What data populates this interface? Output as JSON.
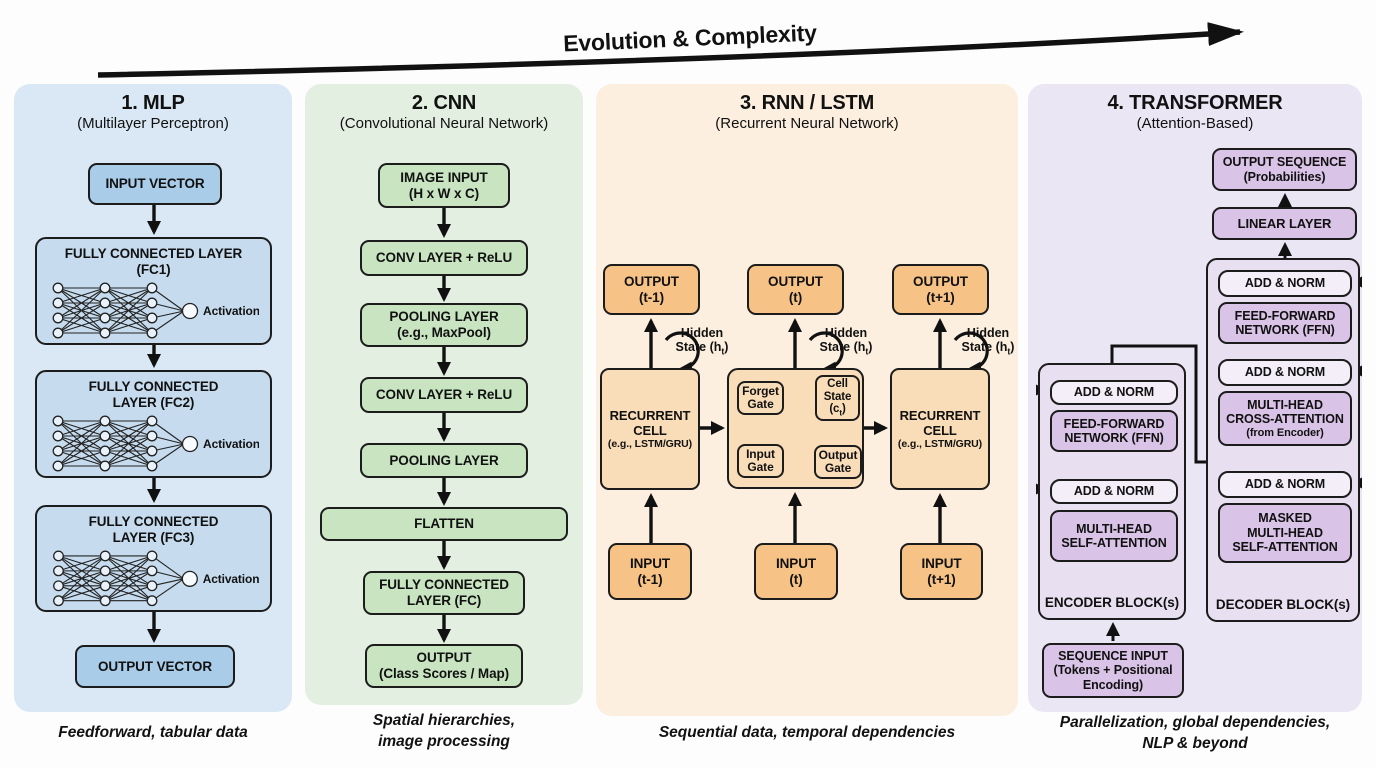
{
  "header": {
    "title": "Evolution & Complexity"
  },
  "colors": {
    "mlp_panel": "#d9e8f4",
    "mlp_box": "#c6dcee",
    "mlp_io": "#a9cde8",
    "cnn_panel": "#e3efe0",
    "cnn_box": "#c8e4c1",
    "rnn_panel": "#fcefdf",
    "rnn_io": "#f6c286",
    "rnn_cell": "#f9dcb8",
    "tr_panel": "#ebe6f3",
    "tr_box": "#d9c3e6",
    "tr_addnorm": "#f4eef8",
    "tr_block": "#e8dff0",
    "line": "#111111"
  },
  "panels": {
    "mlp": {
      "title": "1. MLP",
      "subtitle": "(Multilayer Perceptron)",
      "input": "INPUT VECTOR",
      "fc1": {
        "line1": "FULLY CONNECTED LAYER",
        "line2": "(FC1)"
      },
      "fc2": {
        "line1": "FULLY CONNECTED",
        "line2": "LAYER (FC2)"
      },
      "fc3": {
        "line1": "FULLY CONNECTED",
        "line2": "LAYER (FC3)"
      },
      "activation": "Activation",
      "output": "OUTPUT VECTOR",
      "caption": "Feedforward, tabular data"
    },
    "cnn": {
      "title": "2. CNN",
      "subtitle": "(Convolutional Neural Network)",
      "image_input": {
        "line1": "IMAGE INPUT",
        "line2": "(H x W x C)"
      },
      "conv1": "CONV LAYER + ReLU",
      "pool1": {
        "line1": "POOLING LAYER",
        "line2": "(e.g., MaxPool)"
      },
      "conv2": "CONV LAYER + ReLU",
      "pool2": "POOLING LAYER",
      "flatten": "FLATTEN",
      "fc": {
        "line1": "FULLY CONNECTED",
        "line2": "LAYER (FC)"
      },
      "output": {
        "line1": "OUTPUT",
        "line2": "(Class Scores / Map)"
      },
      "caption1": "Spatial hierarchies,",
      "caption2": "image processing"
    },
    "rnn": {
      "title": "3. RNN / LSTM",
      "subtitle": "(Recurrent Neural Network)",
      "outputs": [
        {
          "line1": "OUTPUT",
          "line2": "(t-1)"
        },
        {
          "line1": "OUTPUT",
          "line2": "(t)"
        },
        {
          "line1": "OUTPUT",
          "line2": "(t+1)"
        }
      ],
      "inputs": [
        {
          "line1": "INPUT",
          "line2": "(t-1)"
        },
        {
          "line1": "INPUT",
          "line2": "(t)"
        },
        {
          "line1": "INPUT",
          "line2": "(t+1)"
        }
      ],
      "hidden": {
        "line1": "Hidden",
        "pre": "State (h",
        "sub": "t",
        "post": ")"
      },
      "cell": {
        "line1": "RECURRENT",
        "line2": "CELL",
        "line3": "(e.g., LSTM/GRU)"
      },
      "gates": {
        "forget": {
          "line1": "Forget",
          "line2": "Gate"
        },
        "cell_state": {
          "line1": "Cell",
          "line2": "State",
          "pre": "(c",
          "sub": "t",
          "post": ")"
        },
        "input": {
          "line1": "Input",
          "line2": "Gate"
        },
        "output": {
          "line1": "Output",
          "line2": "Gate"
        }
      },
      "caption": "Sequential data, temporal dependencies"
    },
    "transformer": {
      "title": "4. TRANSFORMER",
      "subtitle": "(Attention-Based)",
      "output_sequence": {
        "line1": "OUTPUT SEQUENCE",
        "line2": "(Probabilities)"
      },
      "linear": "LINEAR LAYER",
      "add_norm": "ADD & NORM",
      "ffn": {
        "line1": "FEED-FORWARD",
        "line2": "NETWORK (FFN)"
      },
      "cross": {
        "line1": "MULTI-HEAD",
        "line2": "CROSS-ATTENTION",
        "line3": "(from Encoder)"
      },
      "masked": {
        "line1": "MASKED",
        "line2": "MULTI-HEAD",
        "line3": "SELF-ATTENTION"
      },
      "self_att": {
        "line1": "MULTI-HEAD",
        "line2": "SELF-ATTENTION"
      },
      "encoder_label": "ENCODER BLOCK(s)",
      "decoder_label": "DECODER BLOCK(s)",
      "seq_input": {
        "line1": "SEQUENCE INPUT",
        "line2": "(Tokens + Positional",
        "line3": "Encoding)"
      },
      "caption1": "Parallelization, global dependencies,",
      "caption2": "NLP & beyond"
    }
  }
}
